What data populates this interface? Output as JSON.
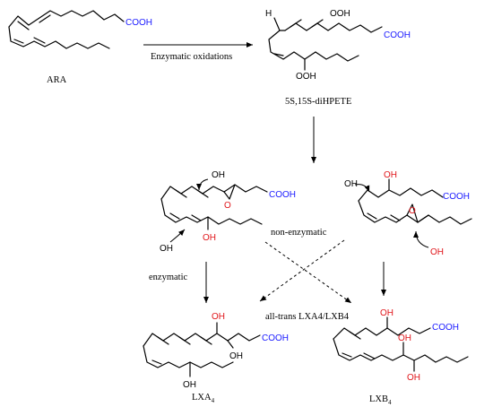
{
  "colors": {
    "cooh": "#1a1aff",
    "oh": "#e0151a",
    "line": "#000000"
  },
  "compounds": {
    "ara": {
      "name": "ARA",
      "group": "COOH"
    },
    "dihpete": {
      "name": "5S,15S-diHPETE",
      "group_cooh": "COOH",
      "group_ooh_top": "OOH",
      "group_ooh_bottom": "OOH",
      "h": "H"
    },
    "epox_a": {
      "group_cooh": "COOH",
      "oxygen": "O",
      "oh_top": "OH",
      "oh_bottom": "OH",
      "oh_chain": "OH"
    },
    "epox_b": {
      "group_cooh": "COOH",
      "oxygen": "O",
      "oh_top": "OH",
      "oh_chain": "OH",
      "oh_bottom": "OH"
    },
    "lxa4": {
      "name": "LXA",
      "sub": "4",
      "group_cooh": "COOH",
      "oh1": "OH",
      "oh2": "OH",
      "oh3": "OH"
    },
    "lxb4": {
      "name": "LXB",
      "sub": "4",
      "group_cooh": "COOH",
      "oh1": "OH",
      "oh2": "OH",
      "oh3": "OH"
    }
  },
  "labels": {
    "enzymatic_oxidations": "Enzymatic oxidations",
    "non_enzymatic": "non-enzymatic",
    "enzymatic": "enzymatic",
    "all_trans": "all-trans LXA4/LXB4"
  }
}
